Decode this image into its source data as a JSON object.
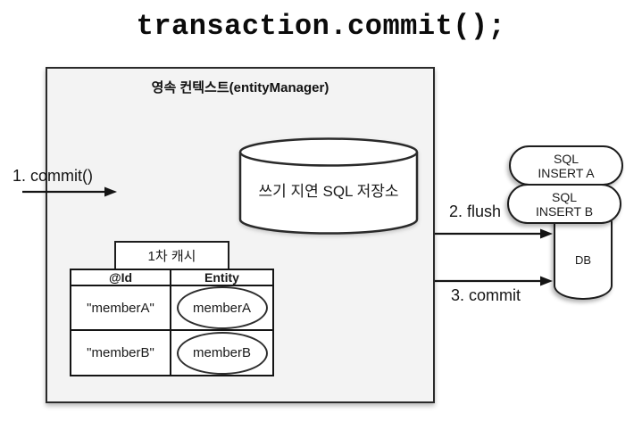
{
  "title": "transaction.commit();",
  "colors": {
    "background": "#ffffff",
    "context_fill": "#f3f3f3",
    "shape_fill": "#ffffff",
    "line": "#1d1d1d"
  },
  "context": {
    "label": "영속 컨텍스트(entityManager)",
    "sql_store_label": "쓰기 지연 SQL 저장소",
    "cache": {
      "label": "1차 캐시",
      "headers": [
        "@Id",
        "Entity"
      ],
      "rows": [
        {
          "id": "\"memberA\"",
          "entity": "memberA"
        },
        {
          "id": "\"memberB\"",
          "entity": "memberB"
        }
      ]
    }
  },
  "flow": {
    "step1": "1. commit()",
    "step2": "2. flush",
    "step3": "3. commit"
  },
  "database": {
    "label": "DB",
    "sql_queue": [
      {
        "line1": "SQL",
        "line2": "INSERT A"
      },
      {
        "line1": "SQL",
        "line2": "INSERT B"
      }
    ]
  }
}
